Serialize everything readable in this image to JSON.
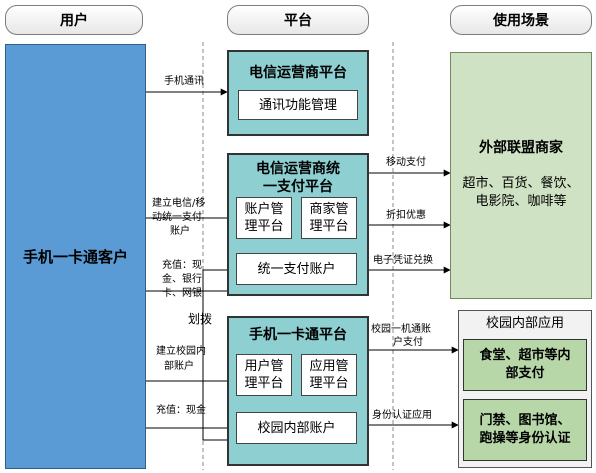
{
  "headers": {
    "user": "用户",
    "platform": "平台",
    "scenario": "使用场景"
  },
  "user_box": {
    "label": "手机一卡通客户"
  },
  "telecom_platform": {
    "title": "电信运营商平台",
    "inner": "通讯功能管理"
  },
  "unified_payment": {
    "title_line1": "电信运营商统",
    "title_line2": "一支付平台",
    "account_mgmt": [
      "账户管",
      "理平台"
    ],
    "merchant_mgmt": [
      "商家管",
      "理平台"
    ],
    "unified_account": "统一支付账户"
  },
  "card_platform": {
    "title": "手机一卡通平台",
    "user_mgmt": [
      "用户管",
      "理平台"
    ],
    "app_mgmt": [
      "应用管",
      "理平台"
    ],
    "campus_account": "校园内部账户"
  },
  "merchants": {
    "title": "外部联盟商家",
    "desc": [
      "超市、百货、餐饮、",
      "电影院、咖啡等"
    ]
  },
  "campus_apps": {
    "title": "校园内部应用",
    "app1": [
      "食堂、超市等内",
      "部支付"
    ],
    "app2": [
      "门禁、图书馆、",
      "跑操等身份认证"
    ]
  },
  "labels": {
    "mobile_comm": "手机通讯",
    "create_account": [
      "建立电信/移",
      "动统一支付",
      "账户"
    ],
    "recharge1": [
      "充值：现",
      "金、银行",
      "卡、网银"
    ],
    "transfer": "划拨",
    "create_campus": [
      "建立校园内",
      "部账户"
    ],
    "recharge2": "充值：现金",
    "mobile_pay": "移动支付",
    "discount": "折扣优惠",
    "e_voucher": "电子凭证兑换",
    "campus_pay": [
      "校园一机通账",
      "户支付"
    ],
    "identity_auth": "身份认证应用"
  },
  "colors": {
    "user_blue": "#5b9bd5",
    "platform_teal": "#8ed0d2",
    "scenario_green": "#cfe2c3",
    "app_green": "#b7d7a8"
  }
}
